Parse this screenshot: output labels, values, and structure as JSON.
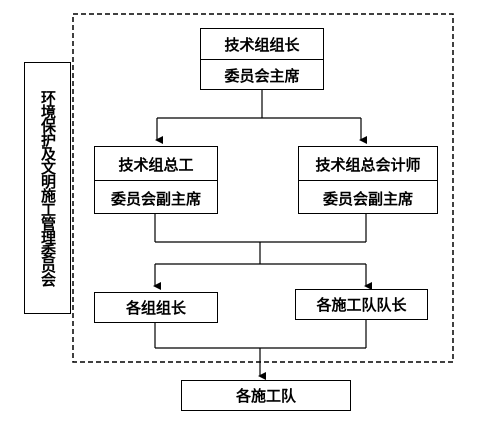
{
  "committee": {
    "name": "环境保护及文明施工管理委员会"
  },
  "top": {
    "role": "技术组组长",
    "position": "委员会主席"
  },
  "left_mid": {
    "role": "技术组总工",
    "position": "委员会副主席"
  },
  "right_mid": {
    "role": "技术组总会计师",
    "position": "委员会副主席"
  },
  "left_low": {
    "label": "各组组长"
  },
  "right_low": {
    "label": "各施工队队长"
  },
  "bottom": {
    "label": "各施工队"
  }
}
